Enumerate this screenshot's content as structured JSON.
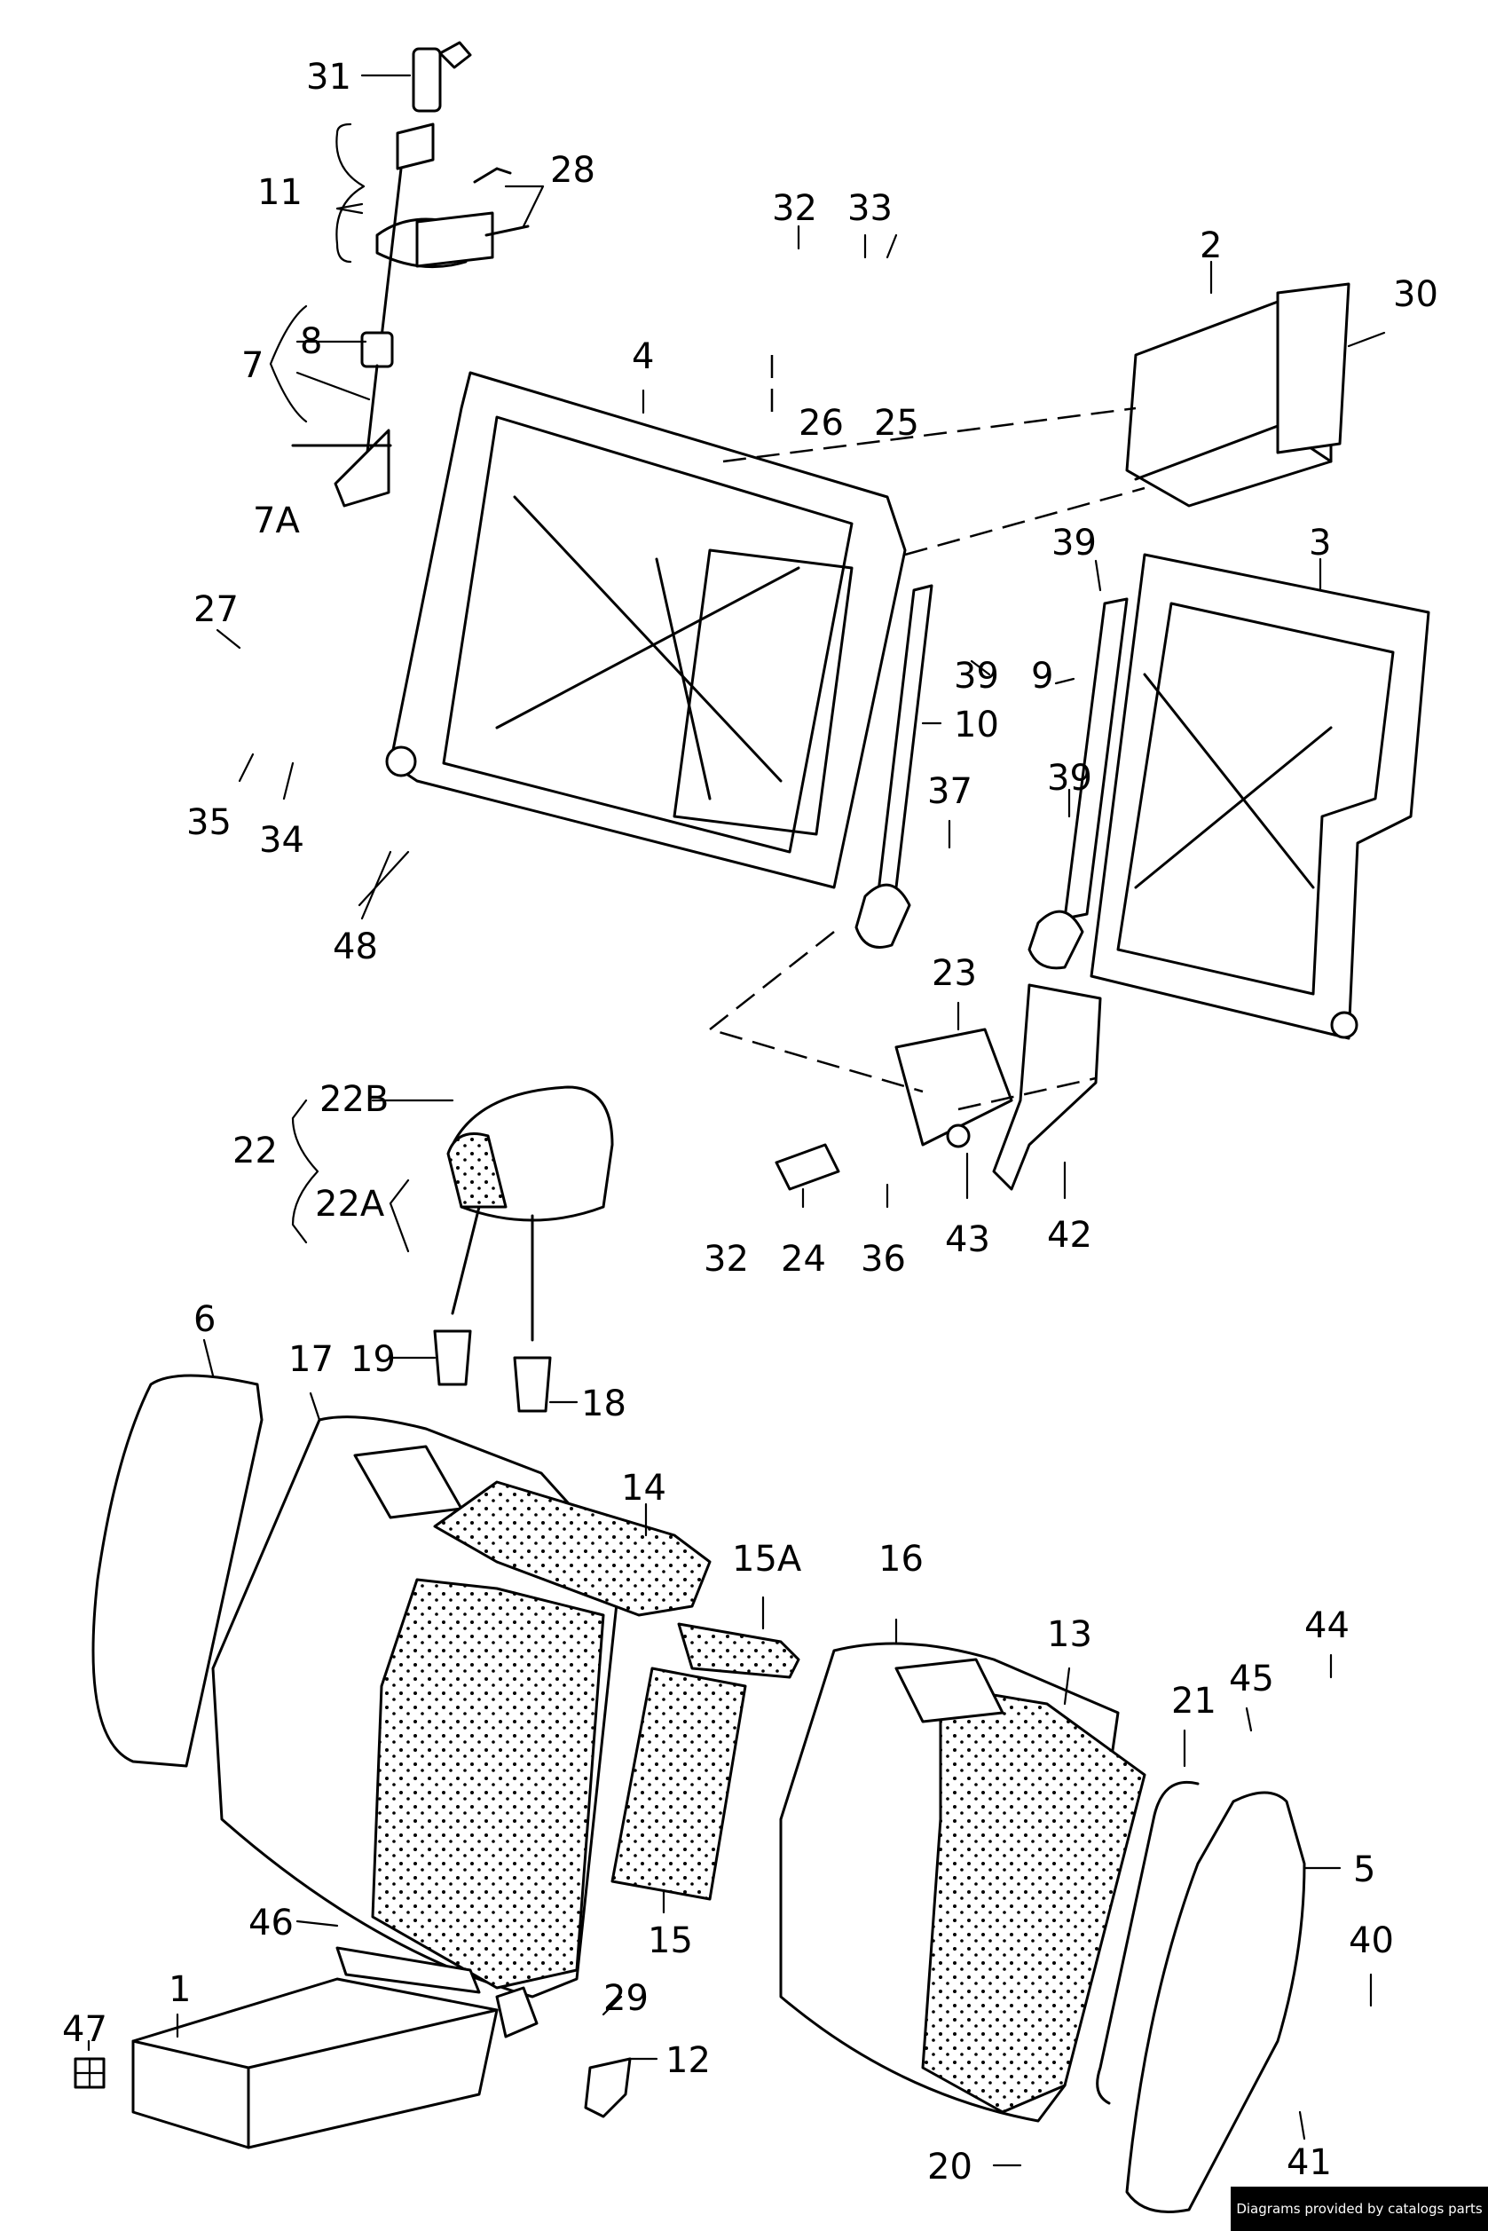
{
  "credit": "Diagrams provided by catalogs parts",
  "labels": {
    "l1": "1",
    "l2": "2",
    "l3": "3",
    "l4": "4",
    "l5": "5",
    "l6": "6",
    "l7": "7",
    "l7A": "7A",
    "l8": "8",
    "l9": "9",
    "l10": "10",
    "l11": "11",
    "l12": "12",
    "l13": "13",
    "l14": "14",
    "l15": "15",
    "l15A": "15A",
    "l16": "16",
    "l17": "17",
    "l18": "18",
    "l19": "19",
    "l20": "20",
    "l21": "21",
    "l22": "22",
    "l22A": "22A",
    "l22B": "22B",
    "l23": "23",
    "l24": "24",
    "l25": "25",
    "l26": "26",
    "l27": "27",
    "l28": "28",
    "l29": "29",
    "l30": "30",
    "l31": "31",
    "l32a": "32",
    "l32b": "32",
    "l33": "33",
    "l34": "34",
    "l35": "35",
    "l36": "36",
    "l37": "37",
    "l39a": "39",
    "l39b": "39",
    "l39c": "39",
    "l40": "40",
    "l41": "41",
    "l42": "42",
    "l43": "43",
    "l44": "44",
    "l45": "45",
    "l46": "46",
    "l47": "47",
    "l48": "48"
  }
}
